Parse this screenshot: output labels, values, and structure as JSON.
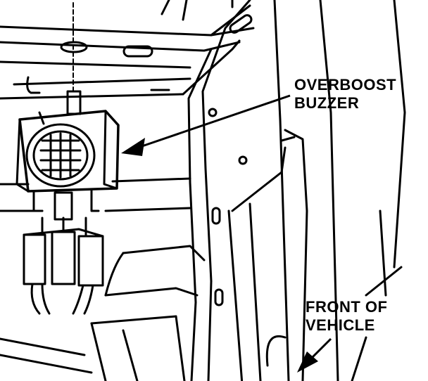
{
  "callouts": {
    "overboost_buzzer": [
      "OVERBOOST",
      "BUZZER"
    ],
    "front_of_vehicle": [
      "FRONT OF",
      "VEHICLE"
    ]
  },
  "colors": {
    "ink": "#000000",
    "paper": "#ffffff"
  }
}
